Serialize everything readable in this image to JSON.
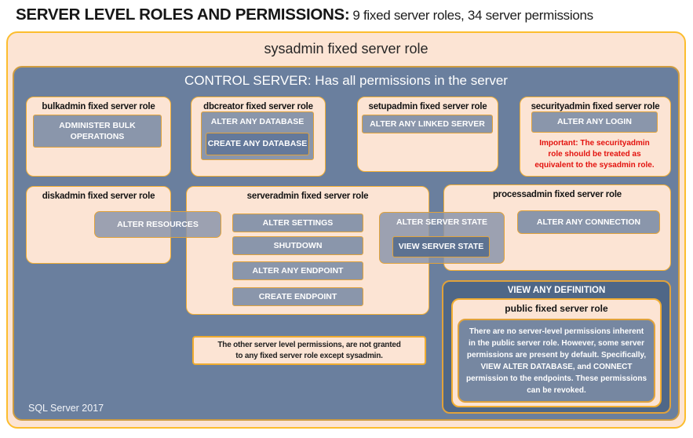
{
  "title": {
    "bold": "SERVER LEVEL ROLES AND PERMISSIONS:",
    "rest": "9 fixed server roles, 34 server permissions"
  },
  "sysadmin": {
    "label": "sysadmin fixed server role"
  },
  "control": {
    "label": "CONTROL SERVER: Has all permissions in the server"
  },
  "bulkadmin": {
    "title": "bulkadmin fixed server role",
    "perm": "ADMINISTER BULK\nOPERATIONS"
  },
  "dbcreator": {
    "title": "dbcreator fixed server role",
    "perm_outer": "ALTER ANY DATABASE",
    "perm_inner": "CREATE ANY DATABASE"
  },
  "setupadmin": {
    "title": "setupadmin fixed server role",
    "perm": "ALTER ANY LINKED SERVER"
  },
  "securityadmin": {
    "title": "securityadmin fixed server role",
    "perm": "ALTER ANY LOGIN",
    "warning": "Important: The securityadmin\nrole should be treated as\nequivalent to the sysadmin role."
  },
  "diskadmin": {
    "title": "diskadmin fixed server role",
    "perm": "ALTER RESOURCES"
  },
  "serveradmin": {
    "title": "serveradmin fixed server role",
    "perms": [
      "ALTER SETTINGS",
      "SHUTDOWN",
      "ALTER ANY ENDPOINT",
      "CREATE ENDPOINT"
    ],
    "perm_outer": "ALTER SERVER STATE",
    "perm_inner": "VIEW SERVER STATE"
  },
  "processadmin": {
    "title": "processadmin fixed server role",
    "perm": "ALTER ANY CONNECTION"
  },
  "note": "The other server level permissions, are not granted\nto any fixed server role except sysadmin.",
  "view_any_definition": {
    "title": "VIEW ANY DEFINITION",
    "public_role": {
      "title": "public fixed server role",
      "body": "There are no server-level permissions inherent in the public server role. However, some server permissions are present by default. Specifically, VIEW ALTER DATABASE, and CONNECT permission to the endpoints. These permissions can be revoked."
    }
  },
  "footer": "SQL Server 2017",
  "colors": {
    "peach": "#fce4d4",
    "slate_blue": "#6a7f9e",
    "dark_slate": "#4f6787",
    "button_fill": "#8a96ab",
    "nested_fill": "#64799b",
    "accent_gold": "#e0a23b",
    "outer_gold": "#fcbd2e",
    "warning_red": "#e3120e"
  }
}
